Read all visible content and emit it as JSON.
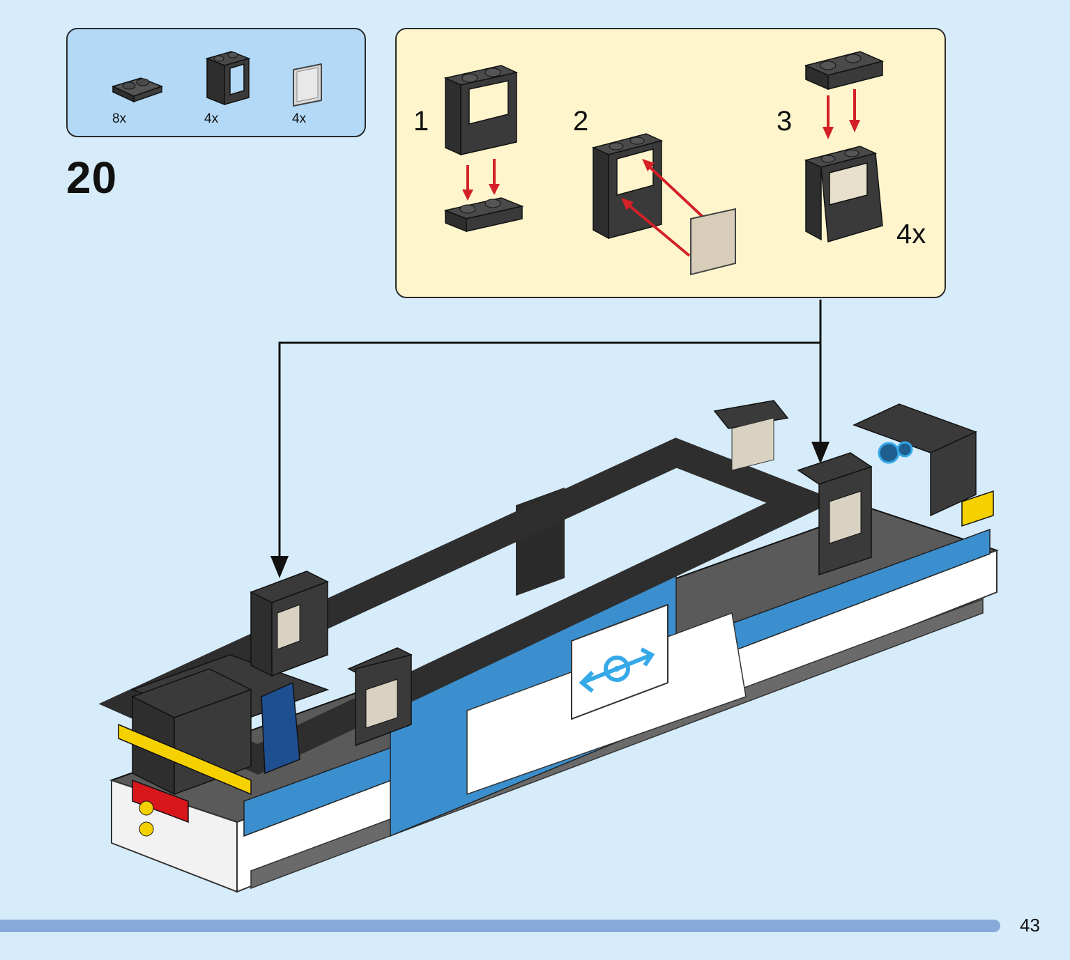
{
  "parts_callout": {
    "items": [
      {
        "part": "plate-1x2-with-rail",
        "quantity": "8x",
        "color": "#3a3a3a"
      },
      {
        "part": "window-frame-1x2x2",
        "quantity": "4x",
        "color": "#3a3a3a"
      },
      {
        "part": "window-glass-1x2x2",
        "quantity": "4x",
        "color": "#d9d9d9"
      }
    ]
  },
  "step": {
    "number": "20"
  },
  "sub_assembly": {
    "steps": [
      {
        "number": "1"
      },
      {
        "number": "2"
      },
      {
        "number": "3"
      }
    ],
    "multiplier": "4x"
  },
  "colors": {
    "background": "#d6ecfb",
    "parts_box": "#b3d9f6",
    "sub_box": "#fef5cd",
    "brick_dark": "#3a3a3a",
    "train_blue": "#3b8fce",
    "train_white": "#ffffff",
    "accent_yellow": "#f6d100",
    "accent_red": "#d7171c",
    "arrow_red": "#d42027",
    "logo_blue": "#36a9e8",
    "bar": "#86a9d9"
  },
  "page": {
    "number": "43"
  }
}
